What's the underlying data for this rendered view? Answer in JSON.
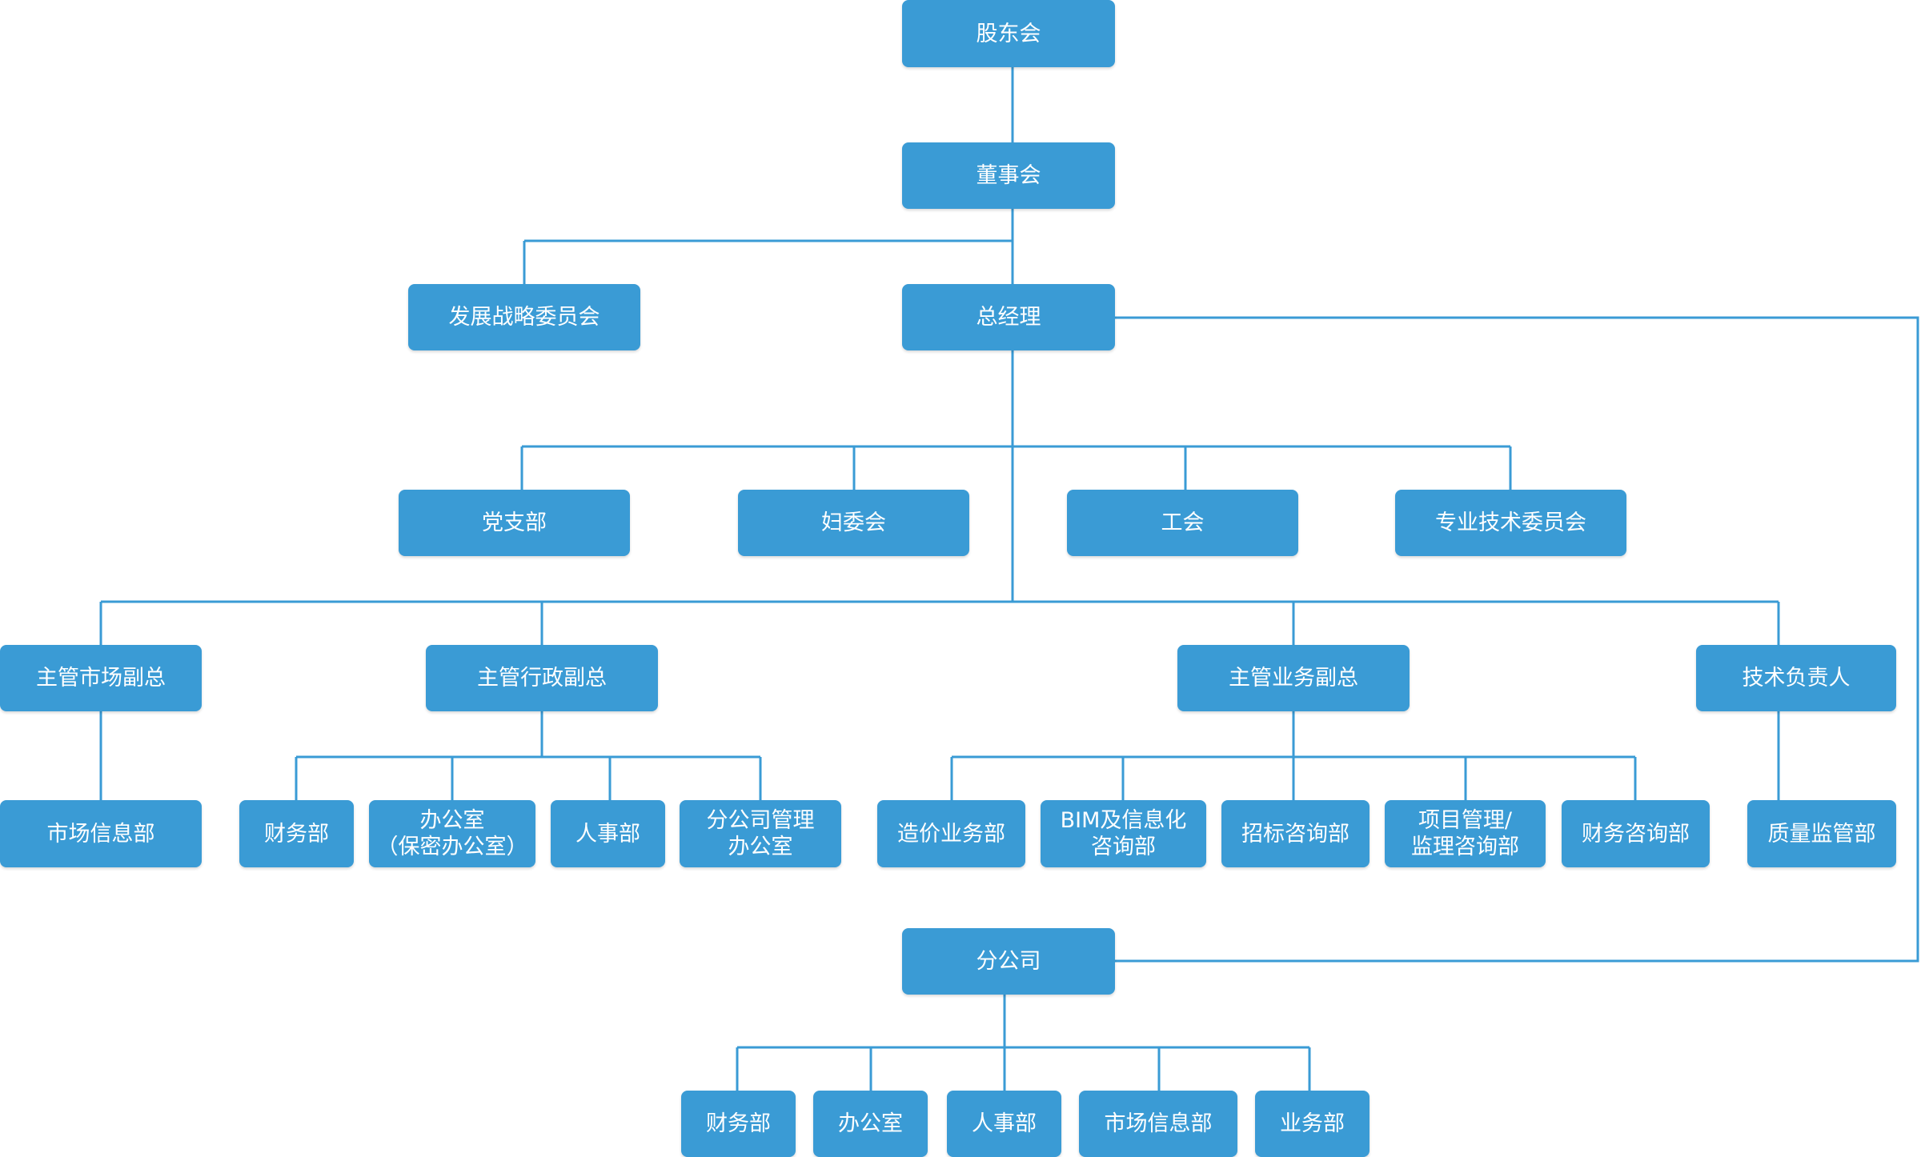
{
  "org": {
    "shareholders": "股东会",
    "board": "董事会",
    "strategy_committee": "发展战略委员会",
    "general_manager": "总经理",
    "party_branch": "党支部",
    "women_committee": "妇委会",
    "union": "工会",
    "tech_committee": "专业技术委员会",
    "vp_market": "主管市场副总",
    "vp_admin": "主管行政副总",
    "vp_business": "主管业务副总",
    "tech_lead": "技术负责人",
    "market_info_dept": "市场信息部",
    "finance_dept": "财务部",
    "office_line1": "办公室",
    "office_line2": "（保密办公室）",
    "hr_dept": "人事部",
    "branch_mgmt_line1": "分公司管理",
    "branch_mgmt_line2": "办公室",
    "cost_dept": "造价业务部",
    "bim_line1": "BIM及信息化",
    "bim_line2": "咨询部",
    "bidding_dept": "招标咨询部",
    "pm_line1": "项目管理/",
    "pm_line2": "监理咨询部",
    "finance_consult_dept": "财务咨询部",
    "quality_dept": "质量监管部",
    "branch": "分公司",
    "branch_finance": "财务部",
    "branch_office": "办公室",
    "branch_hr": "人事部",
    "branch_market": "市场信息部",
    "branch_business": "业务部"
  },
  "colors": {
    "box": "#3a9bd5",
    "line": "#3a9bd5",
    "text": "#ffffff"
  }
}
